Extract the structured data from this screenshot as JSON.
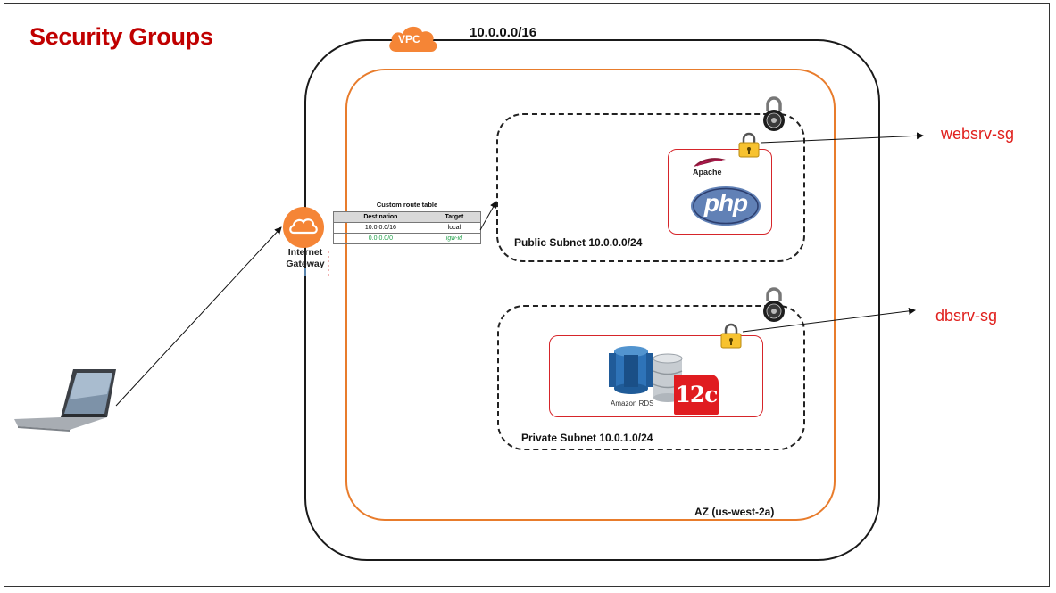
{
  "title": "Security Groups",
  "vpc": {
    "badge": "VPC",
    "cidr": "10.0.0.0/16"
  },
  "az": {
    "label": "AZ (us-west-2a)"
  },
  "internet_gateway": {
    "label_line1": "Internet",
    "label_line2": "Gateway"
  },
  "route_table": {
    "title": "Custom route table",
    "headers": [
      "Destination",
      "Target"
    ],
    "rows": [
      [
        "10.0.0.0/16",
        "local"
      ],
      [
        "0.0.0.0/0",
        "igw-id"
      ]
    ]
  },
  "public_subnet": {
    "label": "Public Subnet 10.0.0.0/24",
    "apache_label": "Apache",
    "php_label": "php"
  },
  "private_subnet": {
    "label": "Private Subnet 10.0.1.0/24",
    "rds_label": "Amazon RDS",
    "oracle_label": "12c"
  },
  "security_groups": {
    "web": "websrv-sg",
    "db": "dbsrv-sg"
  },
  "colors": {
    "title": "#c00000",
    "az_border": "#e87c2c",
    "sg_border": "#d6252a",
    "sg_text": "#e0201d",
    "igw": "#f58536",
    "igw_route": "#22a04a"
  },
  "icons": [
    "vpc-cloud-icon",
    "internet-gateway-icon",
    "laptop-icon",
    "padlock-icon",
    "combination-lock-icon",
    "apache-feather-icon",
    "php-logo-icon",
    "amazon-rds-icon",
    "database-icon",
    "oracle-12c-icon"
  ]
}
